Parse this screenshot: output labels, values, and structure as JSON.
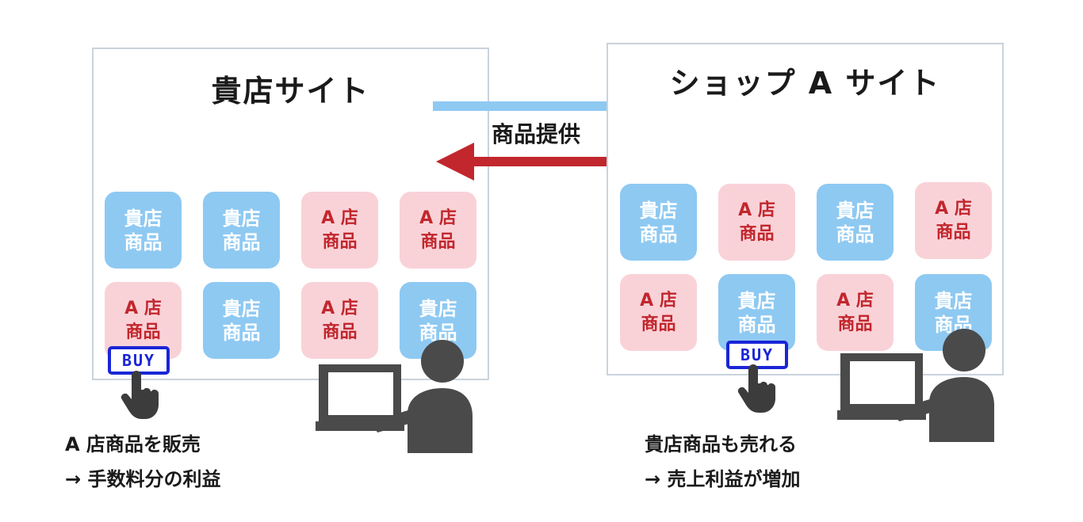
{
  "left_site": {
    "title": "貴店サイト",
    "tiles": [
      {
        "line1": "貴店",
        "line2": "商品",
        "kind": "own"
      },
      {
        "line1": "貴店",
        "line2": "商品",
        "kind": "own"
      },
      {
        "line1": "A 店",
        "line2": "商品",
        "kind": "partner"
      },
      {
        "line1": "A 店",
        "line2": "商品",
        "kind": "partner"
      },
      {
        "line1": "A 店",
        "line2": "商品",
        "kind": "partner"
      },
      {
        "line1": "貴店",
        "line2": "商品",
        "kind": "own"
      },
      {
        "line1": "A 店",
        "line2": "商品",
        "kind": "partner"
      },
      {
        "line1": "貴店",
        "line2": "商品",
        "kind": "own"
      }
    ],
    "buy_label": "BUY",
    "caption_line1": "A 店商品を販売",
    "caption_line2": "→ 手数料分の利益"
  },
  "right_site": {
    "title": "ショップ A サイト",
    "tiles": [
      {
        "line1": "貴店",
        "line2": "商品",
        "kind": "own"
      },
      {
        "line1": "A 店",
        "line2": "商品",
        "kind": "partner"
      },
      {
        "line1": "貴店",
        "line2": "商品",
        "kind": "own"
      },
      {
        "line1": "A 店",
        "line2": "商品",
        "kind": "partner"
      },
      {
        "line1": "A 店",
        "line2": "商品",
        "kind": "partner"
      },
      {
        "line1": "貴店",
        "line2": "商品",
        "kind": "own"
      },
      {
        "line1": "A 店",
        "line2": "商品",
        "kind": "partner"
      },
      {
        "line1": "貴店",
        "line2": "商品",
        "kind": "own"
      }
    ],
    "buy_label": "BUY",
    "caption_line1": "貴店商品も売れる",
    "caption_line2": "→ 売上利益が増加"
  },
  "flow_label": "商品提供",
  "colors": {
    "own_tile": "#8ec9f2",
    "partner_tile": "#f9d2d8",
    "partner_text": "#c1272d",
    "arrow_right": "#8ec9f2",
    "arrow_left": "#c1272d",
    "buy_button": "#1a25d6",
    "figure": "#4a4a4a"
  }
}
